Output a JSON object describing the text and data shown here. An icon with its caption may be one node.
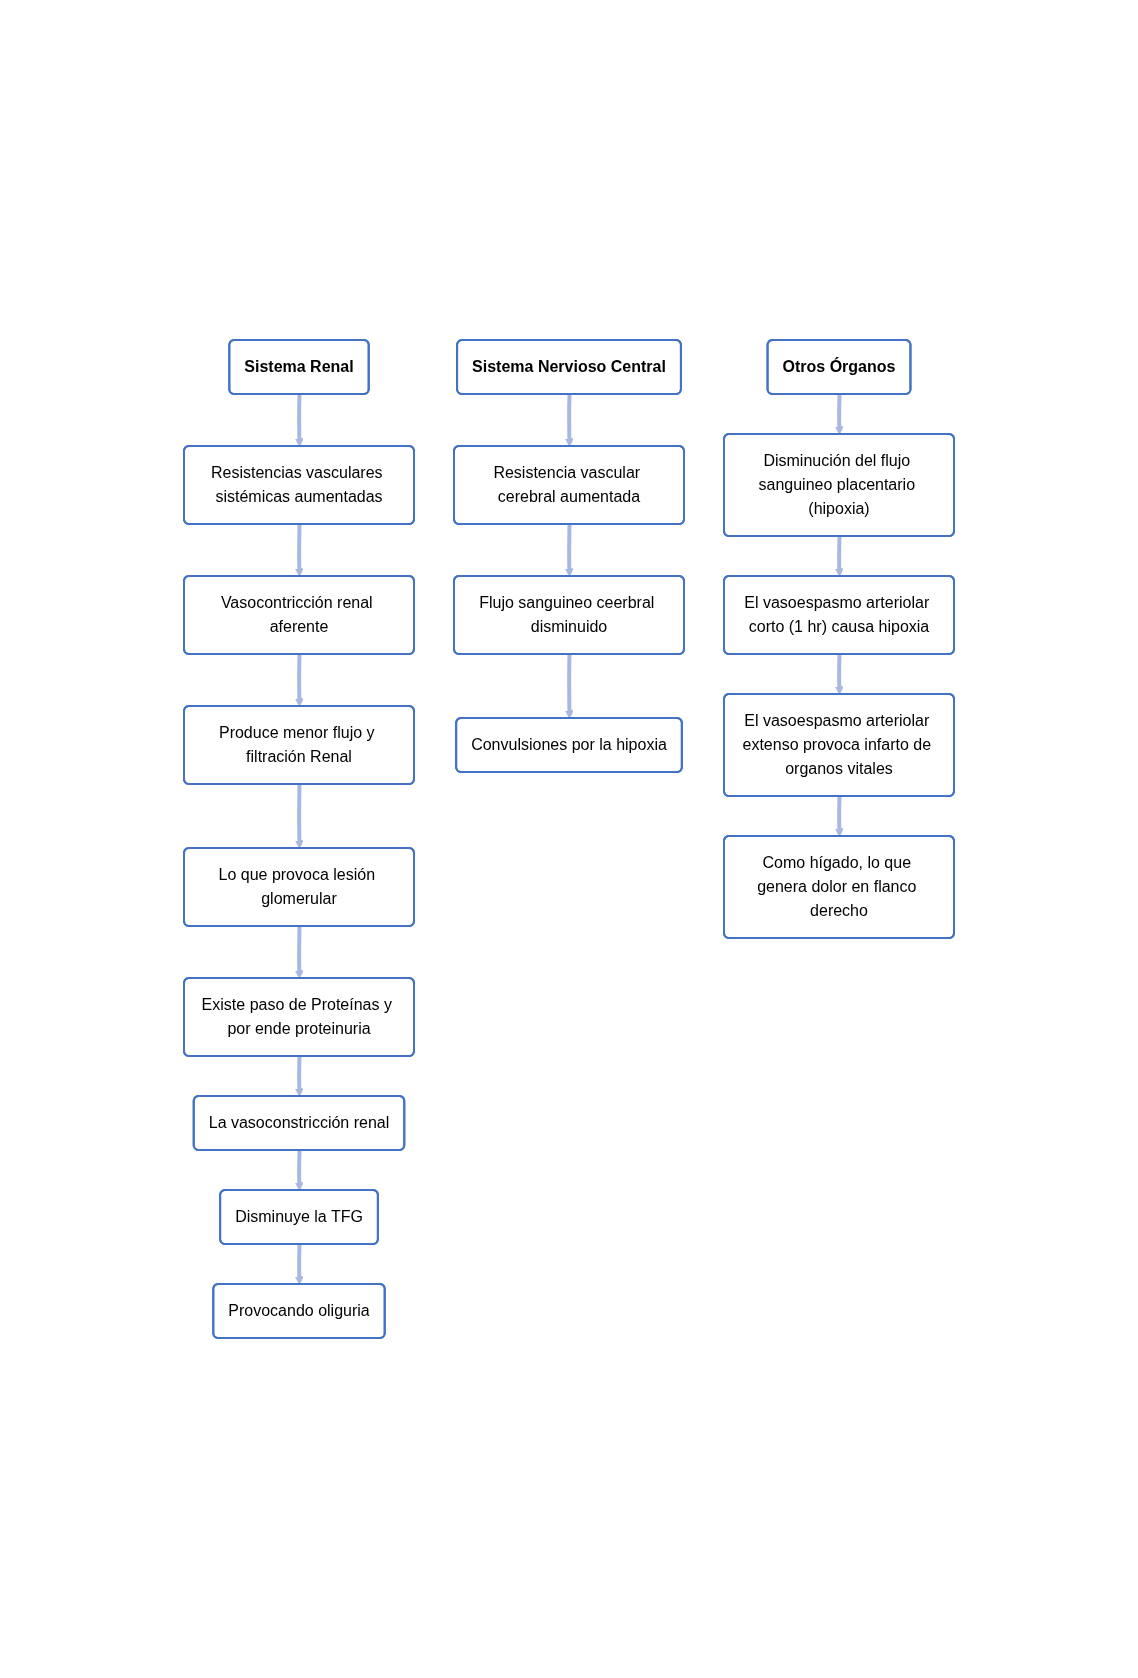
{
  "diagram": {
    "nodes": [
      {
        "text": [
          "Sistema Renal"
        ]
      },
      {
        "text": [
          "Resistencias vasculares sistémicas aumentadas"
        ]
      },
      {
        "text": [
          "Vasocontricción renal aferente"
        ]
      },
      {
        "text": [
          "Existe paso de Proteínas y por ende proteinuria"
        ]
      },
      {
        "text": [
          "Lo que provoca lesión glomerular"
        ]
      },
      {
        "text": [
          "Produce menor flujo y filtración Renal"
        ]
      },
      {
        "text": [
          "La vasoconstricción renal"
        ]
      },
      {
        "text": [
          "Disminuye la TFG"
        ]
      },
      {
        "text": [
          "Provocando oliguria"
        ]
      },
      {
        "text": [
          "Flujo sanguineo ceerbral disminuido"
        ]
      },
      {
        "text": [
          "Resistencia vascular cerebral aumentada"
        ]
      },
      {
        "text": [
          "Sistema Nervioso Central"
        ]
      },
      {
        "text": [
          "Convulsiones por la hipoxia"
        ]
      },
      {
        "text": [
          "Otros Órganos"
        ]
      },
      {
        "text": [
          "Disminución del flujo sanguineo placentario (hipoxia)"
        ]
      },
      {
        "text": [
          "Como hígado, lo que genera dolor en flanco derecho"
        ]
      },
      {
        "text": [
          "El vasoespasmo arteriolar extenso provoca infarto de organos vitales"
        ]
      },
      {
        "text": [
          "El vasoespasmo arteriolar corto (1 hr) causa hipoxia"
        ]
      }
    ],
    "edges": [
      {
        "from": 0,
        "to": 1,
        "arrow": "to"
      },
      {
        "from": 1,
        "to": 2,
        "arrow": "to"
      },
      {
        "from": 2,
        "to": 5,
        "arrow": "to"
      },
      {
        "from": 5,
        "to": 4,
        "arrow": "to"
      },
      {
        "from": 4,
        "to": 3,
        "arrow": "to"
      },
      {
        "from": 3,
        "to": 6,
        "arrow": "to"
      },
      {
        "from": 6,
        "to": 7,
        "arrow": "to"
      },
      {
        "from": 7,
        "to": 8,
        "arrow": "to"
      },
      {
        "from": 11,
        "to": 10,
        "arrow": "to"
      },
      {
        "from": 10,
        "to": 9,
        "arrow": "to"
      },
      {
        "from": 9,
        "to": 12,
        "arrow": "to"
      },
      {
        "from": 13,
        "to": 14,
        "arrow": "to"
      },
      {
        "from": 14,
        "to": 17,
        "arrow": "to"
      },
      {
        "from": 17,
        "to": 16,
        "arrow": "to"
      },
      {
        "from": 16,
        "to": 15,
        "arrow": "to"
      }
    ]
  }
}
